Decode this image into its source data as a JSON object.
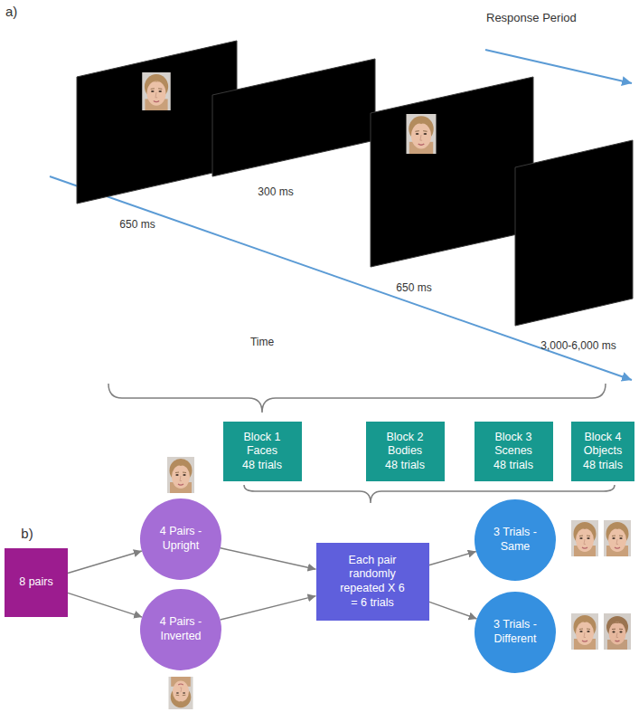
{
  "diagram": {
    "nodes": [
      {
        "text": [
          "Block 1",
          "Faces",
          "48 trials"
        ]
      },
      {
        "text": [
          "Block 2",
          "Bodies",
          "48 trials"
        ]
      },
      {
        "text": [
          "Block 3",
          "Scenes",
          "48 trials"
        ]
      },
      {
        "text": [
          "Block 4",
          "Objects",
          "48 trials"
        ]
      },
      {
        "text": [
          "8 pairs"
        ]
      },
      {
        "text": [
          "4 Pairs - Upright"
        ]
      },
      {
        "text": [
          "4 Pairs - Inverted"
        ]
      },
      {
        "text": [
          "Each pair randomly repeated X 6 = 6 trials"
        ]
      },
      {
        "text": [
          "3 Trials - Same"
        ]
      },
      {
        "text": [
          "3 Trials - Different"
        ]
      }
    ],
    "edges": [
      {
        "from": 4,
        "to": 5,
        "arrow": "to"
      },
      {
        "from": 4,
        "to": 6,
        "arrow": "to"
      },
      {
        "from": 5,
        "to": 7,
        "arrow": "to"
      },
      {
        "from": 6,
        "to": 7,
        "arrow": "to"
      },
      {
        "from": 7,
        "to": 8,
        "arrow": "to"
      },
      {
        "from": 7,
        "to": 9,
        "arrow": "to"
      }
    ],
    "labels": [
      "a)",
      "Response Period",
      "650 ms",
      "300 ms",
      "650 ms",
      "3,000-6,000 ms",
      "Time",
      "b)"
    ]
  }
}
